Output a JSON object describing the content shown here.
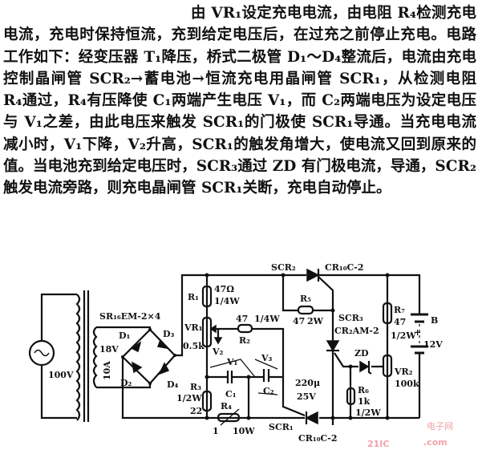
{
  "paragraph": {
    "lines": [
      "由 VR₁设定充电电流，由电阻 R₄检测充电",
      "电流，充电时保持恒流，充到给定电压后，在过充之前停止充电。电路",
      "工作如下：经变压器 T₁降压，桥式二极管 D₁～D₄整流后，电流由充电",
      "控制晶闸管 SCR₂→蓄电池→恒流充电用晶闸管 SCR₁，从检测电阻",
      "R₄通过，R₄有压降使 C₁两端产生电压 V₁，而 C₂两端电压为设定电压",
      "与 V₁之差，由此电压来触发 SCR₁的门极使 SCR₁导通。当充电电流",
      "减小时，V₁下降，V₂升高，SCR₁的触发角增大，使电流又回到原来的",
      "值。当电池充到给定电压时，SCR₃通过 ZD 有门极电流，导通，SCR₂",
      "触发电流旁路，则充电晶闸管 SCR₁关断，充电自动停止。"
    ]
  },
  "circuit": {
    "source_voltage": "100V",
    "bridge_part": "SR₁₆EM-2×4",
    "secondary_voltage": "18V",
    "secondary_current": "10A",
    "D1": "D₁",
    "D2": "D₂",
    "D3": "D₃",
    "D4": "D₄",
    "R1": "R₁",
    "R1_value": "47Ω",
    "R1_power": "1/4W",
    "VR1": "VR₁",
    "VR1_value": "0.5k",
    "R2": "R₂",
    "R2_value": "47",
    "R2_power": "1/4W",
    "V1": "V₁",
    "V2": "V₂",
    "V3": "V₃",
    "C1": "C₁",
    "C2": "C₂",
    "C_value": "220μ",
    "C_voltage": "25V",
    "R3": "R₃",
    "R3_power": "1/2W",
    "R3_value": "22",
    "R4": "R₄",
    "R4_value": "1",
    "R4_power": "10W",
    "SCR1": "SCR₁",
    "SCR1_part": "CR₁₀C-2",
    "SCR2": "SCR₂",
    "SCR2_part": "CR₁₀C-2",
    "R5": "R₅",
    "R5_value": "47",
    "R5_power": "2W",
    "SCR3": "SCR₃",
    "SCR3_part": "CR₂AM-2",
    "ZD": "ZD",
    "R6": "R₆",
    "R6_value": "1k",
    "R6_power": "1/2W",
    "R7": "R₇",
    "R7_value": "47",
    "R7_power": "1/2W",
    "VR2": "VR₂",
    "VR2_value": "100k",
    "battery": "B",
    "battery_plus": "+",
    "battery_voltage": "12V"
  },
  "watermark": {
    "brand": "21IC",
    "cn": "电子网",
    "domain": ".com",
    "color": "#f2a3a8"
  }
}
